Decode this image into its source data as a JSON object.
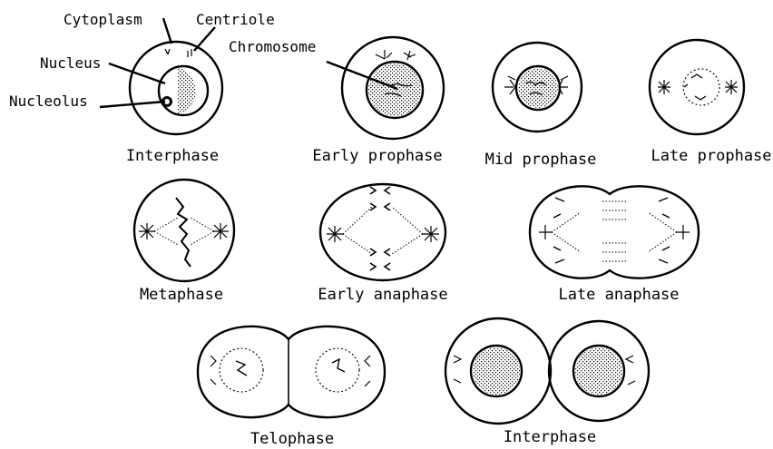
{
  "labels": {
    "cytoplasm": "Cytoplasm",
    "centriole": "Centriole",
    "chromosome": "Chromosome",
    "nucleus": "Nucleus",
    "nucleolus": "Nucleolus"
  },
  "stages": {
    "interphase_1": "Interphase",
    "early_prophase": "Early prophase",
    "mid_prophase": "Mid prophase",
    "late_prophase": "Late prophase",
    "metaphase": "Metaphase",
    "early_anaphase": "Early anaphase",
    "late_anaphase": "Late anaphase",
    "telophase": "Telophase",
    "interphase_2": "Interphase"
  }
}
